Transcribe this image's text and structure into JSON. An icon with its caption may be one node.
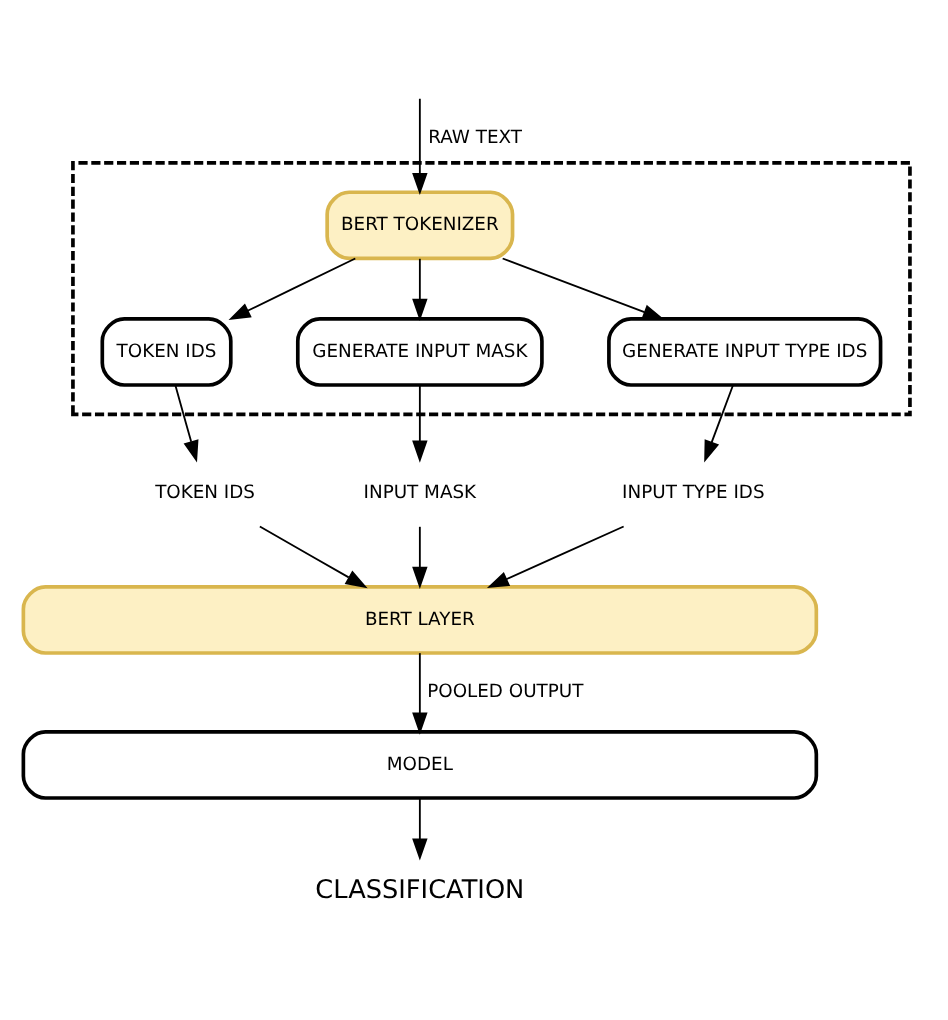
{
  "diagram": {
    "nodes": [
      {
        "text": [],
        "shape": "box"
      },
      {
        "text": [
          "BERT TOKENIZER"
        ],
        "in": 0
      },
      {
        "text": [
          "TOKEN IDS"
        ],
        "in": 0
      },
      {
        "text": [
          "GENERATE INPUT MASK"
        ],
        "in": 0
      },
      {
        "text": [
          "GENERATE INPUT TYPE IDS"
        ],
        "in": 0
      },
      {
        "text": [
          "TOKEN IDS"
        ]
      },
      {
        "text": [
          "INPUT MASK"
        ]
      },
      {
        "text": [
          "INPUT TYPE IDS"
        ]
      },
      {
        "text": [
          "BERT LAYER"
        ]
      },
      {
        "text": [
          "MODEL"
        ]
      },
      {
        "text": [
          "CLASSIFICATION"
        ]
      }
    ],
    "edges": [
      {
        "from": null,
        "to": 1,
        "arrow": "to",
        "label": "RAW TEXT"
      },
      {
        "from": 1,
        "to": 2,
        "arrow": "to"
      },
      {
        "from": 1,
        "to": 3,
        "arrow": "to"
      },
      {
        "from": 1,
        "to": 4,
        "arrow": "to"
      },
      {
        "from": 2,
        "to": 5,
        "arrow": "to"
      },
      {
        "from": 3,
        "to": 6,
        "arrow": "to"
      },
      {
        "from": 4,
        "to": 7,
        "arrow": "to"
      },
      {
        "from": 5,
        "to": 8,
        "arrow": "to"
      },
      {
        "from": 6,
        "to": 8,
        "arrow": "to"
      },
      {
        "from": 7,
        "to": 8,
        "arrow": "to"
      },
      {
        "from": 8,
        "to": 9,
        "arrow": "to",
        "label": "POOLED OUTPUT"
      },
      {
        "from": 9,
        "to": 10,
        "arrow": "to"
      }
    ]
  }
}
